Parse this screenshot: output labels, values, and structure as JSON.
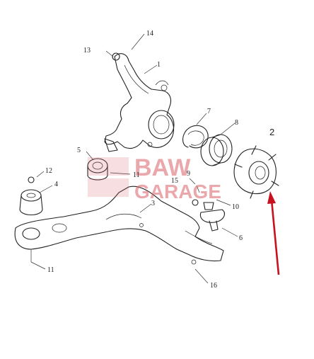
{
  "callouts": {
    "c1": "1",
    "c2": "2",
    "c3": "3",
    "c4": "4",
    "c5": "5",
    "c6": "6",
    "c7": "7",
    "c8": "8",
    "c9": "9",
    "c10": "10",
    "c11a": "11",
    "c11b": "11",
    "c12": "12",
    "c13": "13",
    "c14": "14",
    "c15": "15",
    "c16": "16"
  },
  "watermark": {
    "line1": "BAW",
    "line2": "GARAGE"
  },
  "colors": {
    "arrow": "#c8101e",
    "watermark": "#d9626a",
    "line": "#222222"
  },
  "icons": {
    "pointer": "red-arrow-icon",
    "logo": "baw-garage-logo-icon"
  }
}
